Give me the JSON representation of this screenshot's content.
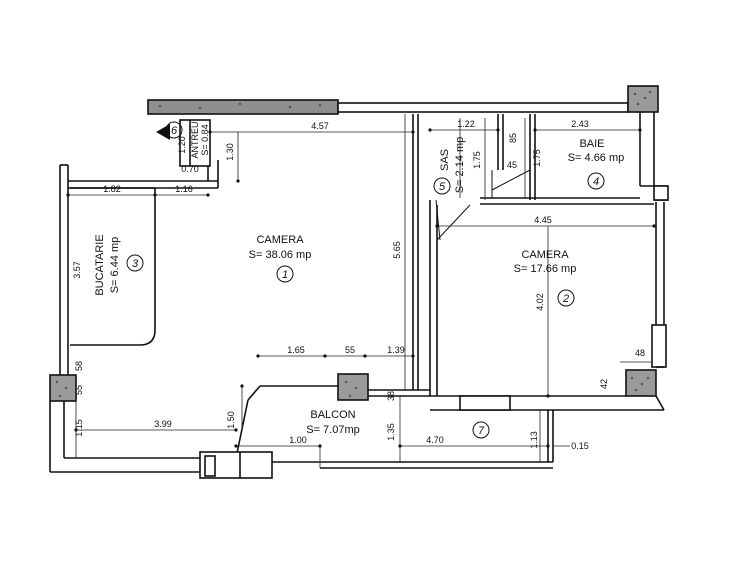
{
  "rooms": [
    {
      "name": "CAMERA",
      "area": "S= 38.06 mp",
      "number": "1"
    },
    {
      "name": "CAMERA",
      "area": "S= 17.66 mp",
      "number": "2"
    },
    {
      "name": "BUCATARIE",
      "area": "S= 6.44 mp",
      "number": "3"
    },
    {
      "name": "BAIE",
      "area": "S= 4.66 mp",
      "number": "4"
    },
    {
      "name": "SAS",
      "area": "S= 2.14 mp",
      "number": "5"
    },
    {
      "name": "ANTREU",
      "area": "S= 0.84",
      "number": "6"
    },
    {
      "name": "BALCON",
      "area": "S= 7.07mp",
      "number": "7"
    }
  ],
  "dimensions": {
    "top_457": "4.57",
    "top_122": "1.22",
    "top_85": "85",
    "top_243": "2.43",
    "antreu_120": "1.20",
    "antreu_070": "0.70",
    "left_130": "1.30",
    "sas_175": "1.75",
    "sas_45": "45",
    "baie_175": "1.75",
    "kitchen_182": "1.82",
    "kitchen_116": "1.16",
    "kitchen_357": "3.57",
    "mid_565": "5.65",
    "cam2_445": "4.45",
    "cam2_402": "4.02",
    "left_58": "58",
    "left_55": "55",
    "mid_165": "1.65",
    "mid_55": "55",
    "mid_139": "1.39",
    "right_48": "48",
    "right_42": "42",
    "bal_38": "38",
    "left_115": "1.15",
    "bal_399": "3.99",
    "bal_150": "1.50",
    "bal_100": "1.00",
    "bal_135": "1.35",
    "bal_470": "4.70",
    "bal_113": "1.13",
    "bal_015": "0.15"
  }
}
